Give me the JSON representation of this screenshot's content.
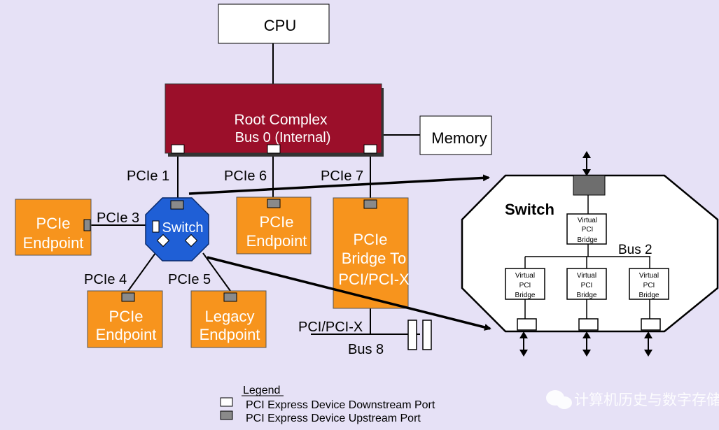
{
  "colors": {
    "background": "#e6e1f6",
    "root_complex": "#9b0f2a",
    "endpoint": "#f7941d",
    "switch": "#1f5fd6",
    "upstream_port": "#8a8a8a",
    "downstream_port": "#ffffff"
  },
  "cpu": {
    "label": "CPU"
  },
  "root_complex": {
    "line1": "Root Complex",
    "line2": "Bus 0 (Internal)"
  },
  "memory": {
    "label": "Memory"
  },
  "links": {
    "pcie1": "PCIe 1",
    "pcie3": "PCIe 3",
    "pcie4": "PCIe 4",
    "pcie5": "PCIe 5",
    "pcie6": "PCIe 6",
    "pcie7": "PCIe 7"
  },
  "switch": {
    "label": "Switch"
  },
  "endpoints": {
    "left": {
      "line1": "PCIe",
      "line2": "Endpoint"
    },
    "center": {
      "line1": "PCIe",
      "line2": "Endpoint"
    },
    "bottom_left": {
      "line1": "PCIe",
      "line2": "Endpoint"
    },
    "legacy": {
      "line1": "Legacy",
      "line2": "Endpoint"
    }
  },
  "bridge": {
    "line1": "PCIe",
    "line2": "Bridge To",
    "line3": "PCI/PCI-X"
  },
  "pci_bus": {
    "label": "PCI/PCI-X",
    "bus": "Bus 8"
  },
  "switch_detail": {
    "title": "Switch",
    "bus_label": "Bus 2",
    "vpb": {
      "line1": "Virtual",
      "line2": "PCI",
      "line3": "Bridge"
    }
  },
  "legend": {
    "title": "Legend",
    "downstream": "PCI Express Device Downstream Port",
    "upstream": "PCI Express Device Upstream Port"
  },
  "watermark": {
    "text": "计算机历史与数字存储"
  }
}
